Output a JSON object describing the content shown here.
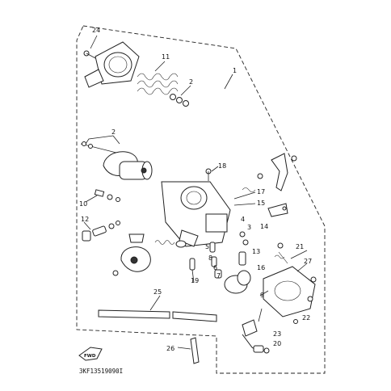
{
  "diagram": {
    "part_code": "3KF13519090I",
    "fwd_label": "FWD",
    "callouts": [
      {
        "id": "c1",
        "text": "1"
      },
      {
        "id": "c2a",
        "text": "2"
      },
      {
        "id": "c2b",
        "text": "2"
      },
      {
        "id": "c3",
        "text": "3"
      },
      {
        "id": "c4",
        "text": "4"
      },
      {
        "id": "c5",
        "text": "5"
      },
      {
        "id": "c6",
        "text": "6"
      },
      {
        "id": "c7",
        "text": "7"
      },
      {
        "id": "c8",
        "text": "8"
      },
      {
        "id": "c9",
        "text": "9"
      },
      {
        "id": "c10",
        "text": "10"
      },
      {
        "id": "c11",
        "text": "11"
      },
      {
        "id": "c12",
        "text": "12"
      },
      {
        "id": "c13",
        "text": "13"
      },
      {
        "id": "c14",
        "text": "14"
      },
      {
        "id": "c15",
        "text": "15"
      },
      {
        "id": "c16",
        "text": "16"
      },
      {
        "id": "c17",
        "text": "17"
      },
      {
        "id": "c18",
        "text": "18"
      },
      {
        "id": "c19",
        "text": "19"
      },
      {
        "id": "c20",
        "text": "20"
      },
      {
        "id": "c21",
        "text": "21"
      },
      {
        "id": "c22",
        "text": "22"
      },
      {
        "id": "c23",
        "text": "23"
      },
      {
        "id": "c24",
        "text": "24"
      },
      {
        "id": "c25",
        "text": "25"
      },
      {
        "id": "c26",
        "text": "26"
      },
      {
        "id": "c27",
        "text": "27"
      }
    ]
  }
}
